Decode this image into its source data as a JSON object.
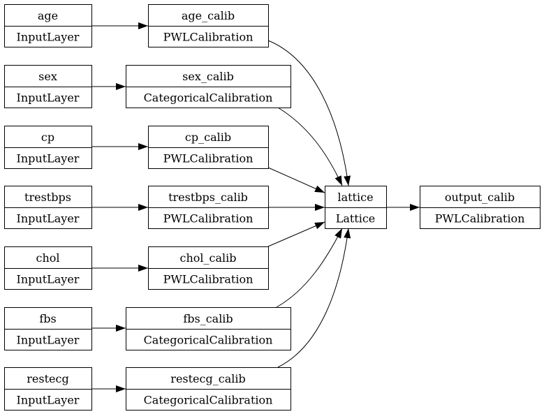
{
  "diagram": {
    "nodes": [
      {
        "id": "age",
        "name": "age",
        "type": "InputLayer"
      },
      {
        "id": "sex",
        "name": "sex",
        "type": "InputLayer"
      },
      {
        "id": "cp",
        "name": "cp",
        "type": "InputLayer"
      },
      {
        "id": "trestbps",
        "name": "trestbps",
        "type": "InputLayer"
      },
      {
        "id": "chol",
        "name": "chol",
        "type": "InputLayer"
      },
      {
        "id": "fbs",
        "name": "fbs",
        "type": "InputLayer"
      },
      {
        "id": "restecg",
        "name": "restecg",
        "type": "InputLayer"
      },
      {
        "id": "age_calib",
        "name": "age_calib",
        "type": "PWLCalibration"
      },
      {
        "id": "sex_calib",
        "name": "sex_calib",
        "type": "CategoricalCalibration"
      },
      {
        "id": "cp_calib",
        "name": "cp_calib",
        "type": "PWLCalibration"
      },
      {
        "id": "trestbps_calib",
        "name": "trestbps_calib",
        "type": "PWLCalibration"
      },
      {
        "id": "chol_calib",
        "name": "chol_calib",
        "type": "PWLCalibration"
      },
      {
        "id": "fbs_calib",
        "name": "fbs_calib",
        "type": "CategoricalCalibration"
      },
      {
        "id": "restecg_calib",
        "name": "restecg_calib",
        "type": "CategoricalCalibration"
      },
      {
        "id": "lattice",
        "name": "lattice",
        "type": "Lattice"
      },
      {
        "id": "output_calib",
        "name": "output_calib",
        "type": "PWLCalibration"
      }
    ],
    "edges": [
      {
        "from": "age",
        "to": "age_calib"
      },
      {
        "from": "sex",
        "to": "sex_calib"
      },
      {
        "from": "cp",
        "to": "cp_calib"
      },
      {
        "from": "trestbps",
        "to": "trestbps_calib"
      },
      {
        "from": "chol",
        "to": "chol_calib"
      },
      {
        "from": "fbs",
        "to": "fbs_calib"
      },
      {
        "from": "restecg",
        "to": "restecg_calib"
      },
      {
        "from": "age_calib",
        "to": "lattice"
      },
      {
        "from": "sex_calib",
        "to": "lattice"
      },
      {
        "from": "cp_calib",
        "to": "lattice"
      },
      {
        "from": "trestbps_calib",
        "to": "lattice"
      },
      {
        "from": "chol_calib",
        "to": "lattice"
      },
      {
        "from": "fbs_calib",
        "to": "lattice"
      },
      {
        "from": "restecg_calib",
        "to": "lattice"
      },
      {
        "from": "lattice",
        "to": "output_calib"
      }
    ]
  }
}
